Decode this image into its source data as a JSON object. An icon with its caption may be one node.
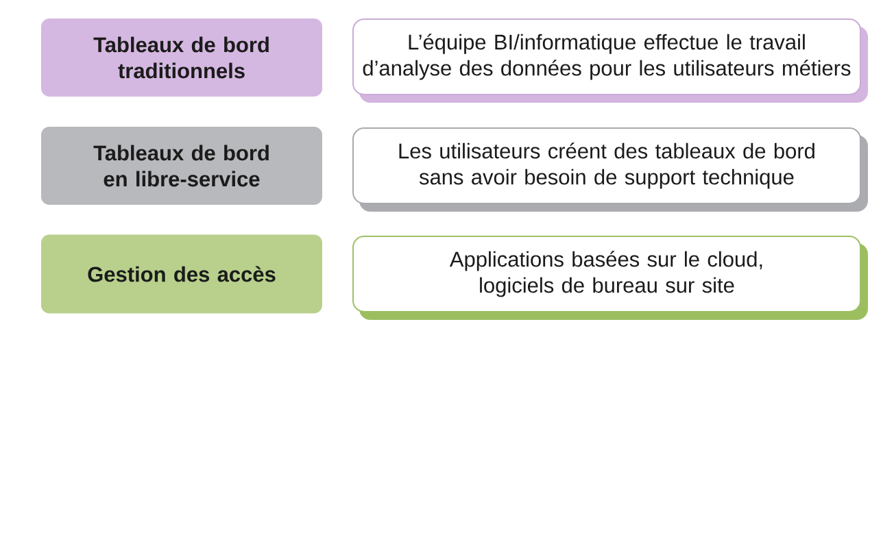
{
  "diagram": {
    "nodes": [
      {
        "text": [
          "Tableaux de bord traditionnels"
        ]
      },
      {
        "text": [
          "L’équipe BI/informatique effectue le travail d’analyse des données pour les utilisateurs métiers"
        ]
      },
      {
        "text": [
          "Tableaux de bord en libre-service"
        ]
      },
      {
        "text": [
          "Les utilisateurs créent des tableaux de bord sans avoir besoin de support technique"
        ]
      },
      {
        "text": [
          "Gestion des accès"
        ]
      },
      {
        "text": [
          "Applications basées sur le cloud, logiciels de bureau sur site"
        ]
      }
    ]
  }
}
